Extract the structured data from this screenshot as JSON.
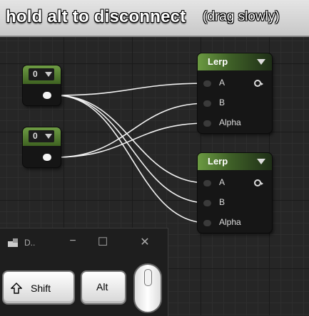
{
  "title": {
    "main": "hold alt to disconnect",
    "sub": "(drag slowly)"
  },
  "constant_nodes": [
    {
      "value": "0"
    },
    {
      "value": "0"
    }
  ],
  "lerp_nodes": [
    {
      "title": "Lerp",
      "pins": [
        "A",
        "B",
        "Alpha"
      ]
    },
    {
      "title": "Lerp",
      "pins": [
        "A",
        "B",
        "Alpha"
      ]
    }
  ],
  "keyboard_window": {
    "title": "D..",
    "minimize": "−",
    "maximize": "☐",
    "close": "✕",
    "keys": {
      "shift": "Shift",
      "alt": "Alt"
    }
  },
  "colors": {
    "node_header_green": "#6b9a42",
    "wire": "#ffffff",
    "canvas": "#262626"
  }
}
